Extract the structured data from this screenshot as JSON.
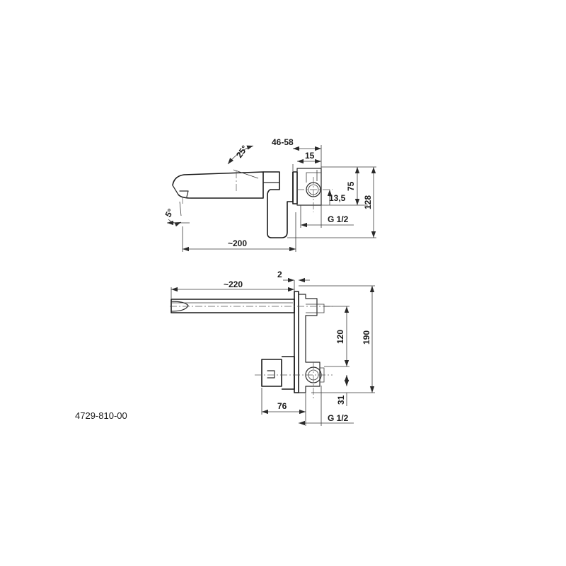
{
  "article_number": "4729-810-00",
  "side_view": {
    "angle_top": "25°",
    "angle_bottom": "5°",
    "wall_range": "46-58",
    "plate_width": "15",
    "axis_height": "13,5",
    "body_height": "75",
    "total_height": "128",
    "thread": "G 1/2",
    "projection": "~200"
  },
  "top_view": {
    "projection": "~220",
    "gap": "2",
    "spout_to_handle": "120",
    "total_height": "190",
    "lower_offset": "31",
    "handle_depth": "76",
    "thread": "G 1/2"
  }
}
